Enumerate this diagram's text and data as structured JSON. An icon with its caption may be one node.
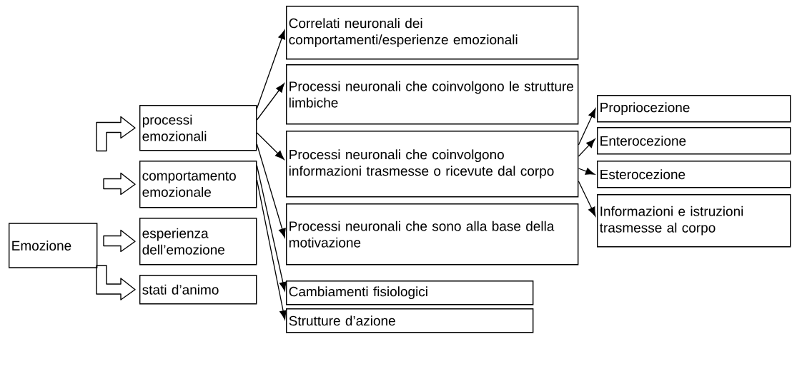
{
  "diagram": {
    "nodes": [
      {
        "text": [
          "Emozione"
        ]
      },
      {
        "text": [
          "processi emozionali"
        ]
      },
      {
        "text": [
          "comportamento emozionale"
        ]
      },
      {
        "text": [
          "esperienza dell’emozione"
        ]
      },
      {
        "text": [
          "stati d’animo"
        ]
      },
      {
        "text": [
          "Correlati neuronali dei comportamenti/esperienze emozionali"
        ]
      },
      {
        "text": [
          "Processi neuronali che coinvolgono le strutture limbiche"
        ]
      },
      {
        "text": [
          "Processi neuronali che coinvolgono informazioni trasmesse o ricevute dal corpo"
        ]
      },
      {
        "text": [
          "Processi neuronali che sono alla base della motivazione"
        ]
      },
      {
        "text": [
          "Cambiamenti fisiologici"
        ]
      },
      {
        "text": [
          "Strutture d’azione"
        ]
      },
      {
        "text": [
          "Propriocezione"
        ]
      },
      {
        "text": [
          "Enterocezione"
        ]
      },
      {
        "text": [
          "Esterocezione"
        ]
      },
      {
        "text": [
          "Informazioni e istruzioni trasmesse al corpo"
        ]
      }
    ],
    "edges": [
      {
        "from": null,
        "to": 1,
        "arrow": "to"
      },
      {
        "from": null,
        "to": 2,
        "arrow": "to"
      },
      {
        "from": null,
        "to": 3,
        "arrow": "to"
      },
      {
        "from": null,
        "to": 4,
        "arrow": "to"
      },
      {
        "from": 1,
        "to": 5,
        "arrow": "to"
      },
      {
        "from": 1,
        "to": 6,
        "arrow": "to"
      },
      {
        "from": 1,
        "to": 7,
        "arrow": "to"
      },
      {
        "from": 1,
        "to": 8,
        "arrow": "to"
      },
      {
        "from": 2,
        "to": 9,
        "arrow": "to"
      },
      {
        "from": 2,
        "to": 10,
        "arrow": "to"
      },
      {
        "from": 7,
        "to": 11,
        "arrow": "to"
      },
      {
        "from": 7,
        "to": 12,
        "arrow": "to"
      },
      {
        "from": 7,
        "to": 13,
        "arrow": "to"
      },
      {
        "from": 7,
        "to": 14,
        "arrow": "to"
      }
    ]
  }
}
